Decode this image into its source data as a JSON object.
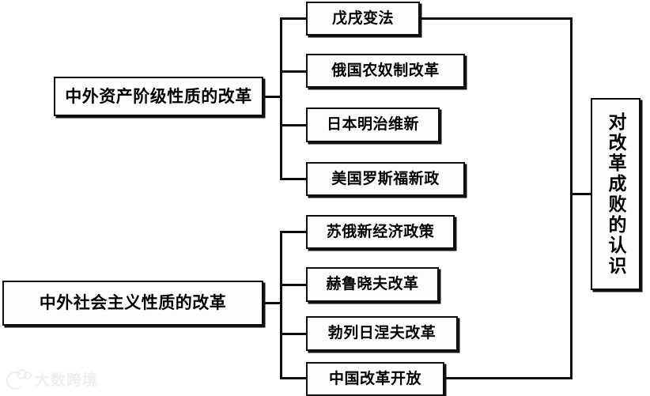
{
  "diagram": {
    "type": "hierarchy-tree",
    "orientation": "left-to-right",
    "background_color": "#ffffff",
    "line_color": "#0d0d0d",
    "text_color": "#000000",
    "branches": [
      {
        "id": "bourgeois",
        "root_label": "中外资产阶级性质的改革",
        "children": [
          {
            "label": "戊戌变法"
          },
          {
            "label": "俄国农奴制改革"
          },
          {
            "label": "日本明治维新"
          },
          {
            "label": "美国罗斯福新政"
          }
        ]
      },
      {
        "id": "socialist",
        "root_label": "中外社会主义性质的改革",
        "children": [
          {
            "label": "苏俄新经济政策"
          },
          {
            "label": "赫鲁晓夫改革"
          },
          {
            "label": "勃列日涅夫改革"
          },
          {
            "label": "中国改革开放"
          }
        ]
      }
    ],
    "conclusion": {
      "label": "对改革成败的认识",
      "text_direction": "vertical"
    }
  },
  "watermark": {
    "text": "大数跨境",
    "icon": "circles-logo-icon",
    "color": "#ededed"
  }
}
